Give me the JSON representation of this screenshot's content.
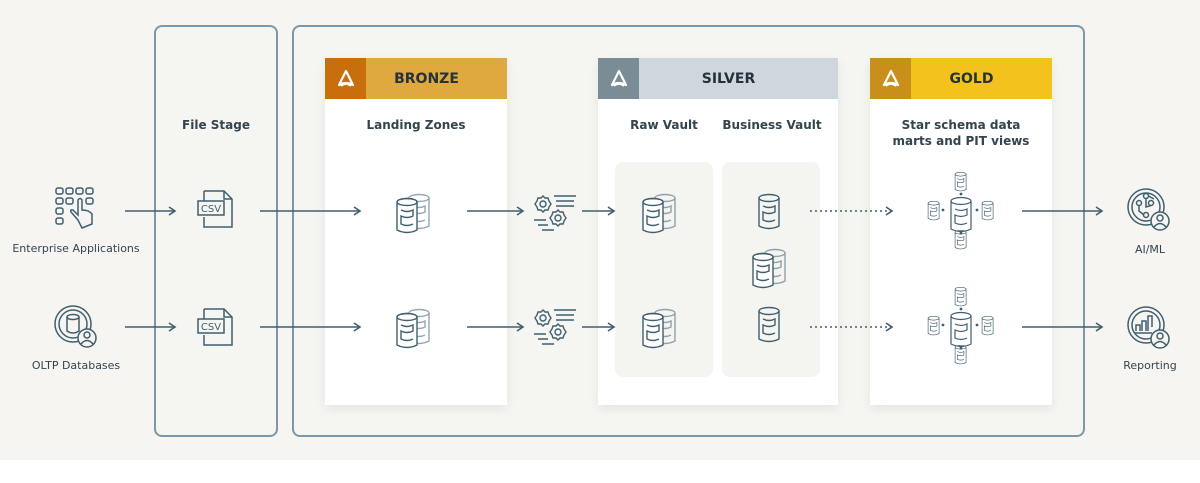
{
  "sources": [
    {
      "label": "Enterprise Applications",
      "icon": "touch-keypad-icon"
    },
    {
      "label": "OLTP Databases",
      "icon": "database-user-icon"
    }
  ],
  "file_stage": {
    "title": "File Stage",
    "file_label": "CSV"
  },
  "layers": {
    "bronze": {
      "title": "BRONZE",
      "subtitle": "Landing Zones",
      "color": "#e0a93f",
      "logo_color": "#c96e0d"
    },
    "silver": {
      "title": "SILVER",
      "raw_vault": "Raw Vault",
      "business_vault": "Business Vault",
      "color": "#cfd6de",
      "logo_color": "#7a8d96"
    },
    "gold": {
      "title": "GOLD",
      "subtitle": "Star schema data marts and PIT views",
      "subtitle_line1": "Star schema data",
      "subtitle_line2": "marts and PIT views",
      "color": "#f3c21d",
      "logo_color": "#c98f1b"
    }
  },
  "outputs": [
    {
      "label": "AI/ML",
      "icon": "ai-circuit-user-icon"
    },
    {
      "label": "Reporting",
      "icon": "bar-chart-user-icon"
    }
  ],
  "colors": {
    "line": "#3f5f6f",
    "background": "#f6f5f1",
    "border": "#7d97a6"
  }
}
